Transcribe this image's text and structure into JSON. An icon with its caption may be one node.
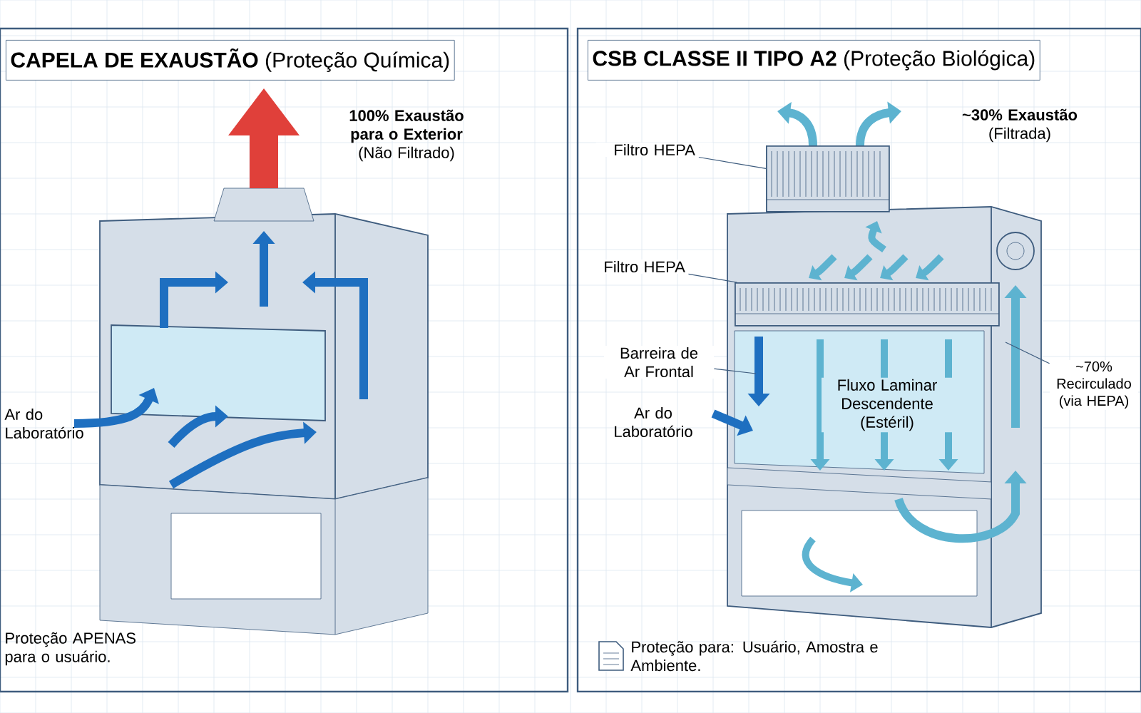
{
  "diagram": {
    "nodes": [
      {
        "text": [
          "**CAPELA DE EXAUSTÃO** (Proteção Química)"
        ]
      },
      {
        "text": [
          "**CSB CLASSE II TIPO A2** (Proteção Biológica)"
        ]
      },
      {
        "text": [
          "Filtro HEPA"
        ],
        "in": 1
      },
      {
        "text": [],
        "shape": "box",
        "in": 1
      },
      {
        "text": [
          "Filtro HEPA"
        ],
        "in": 1
      },
      {
        "text": [],
        "shape": "box",
        "in": 1
      },
      {
        "text": [
          "Barreira de Ar Frontal"
        ],
        "in": 1
      },
      {
        "text": [
          "~70% Recirculado (via HEPA)"
        ],
        "in": 1
      }
    ],
    "edges": [
      {
        "from": 2,
        "to": 3,
        "arrow": "none"
      },
      {
        "from": 4,
        "to": 5,
        "arrow": "none"
      },
      {
        "from": 6,
        "to": null,
        "arrow": "none"
      },
      {
        "from": 7,
        "to": null,
        "arrow": "none"
      }
    ],
    "labels": [
      "**100% Exaustão para o Exterior** (Não Filtrado)",
      "Ar do Laboratório",
      "Proteção APENAS para o usuário.",
      "**~30% Exaustão** (Filtrada)",
      "Ar do Laboratório",
      "Fluxo Laminar Descendente (Estéril)",
      "Proteção para: Usuário, Amostra e Ambiente."
    ]
  }
}
